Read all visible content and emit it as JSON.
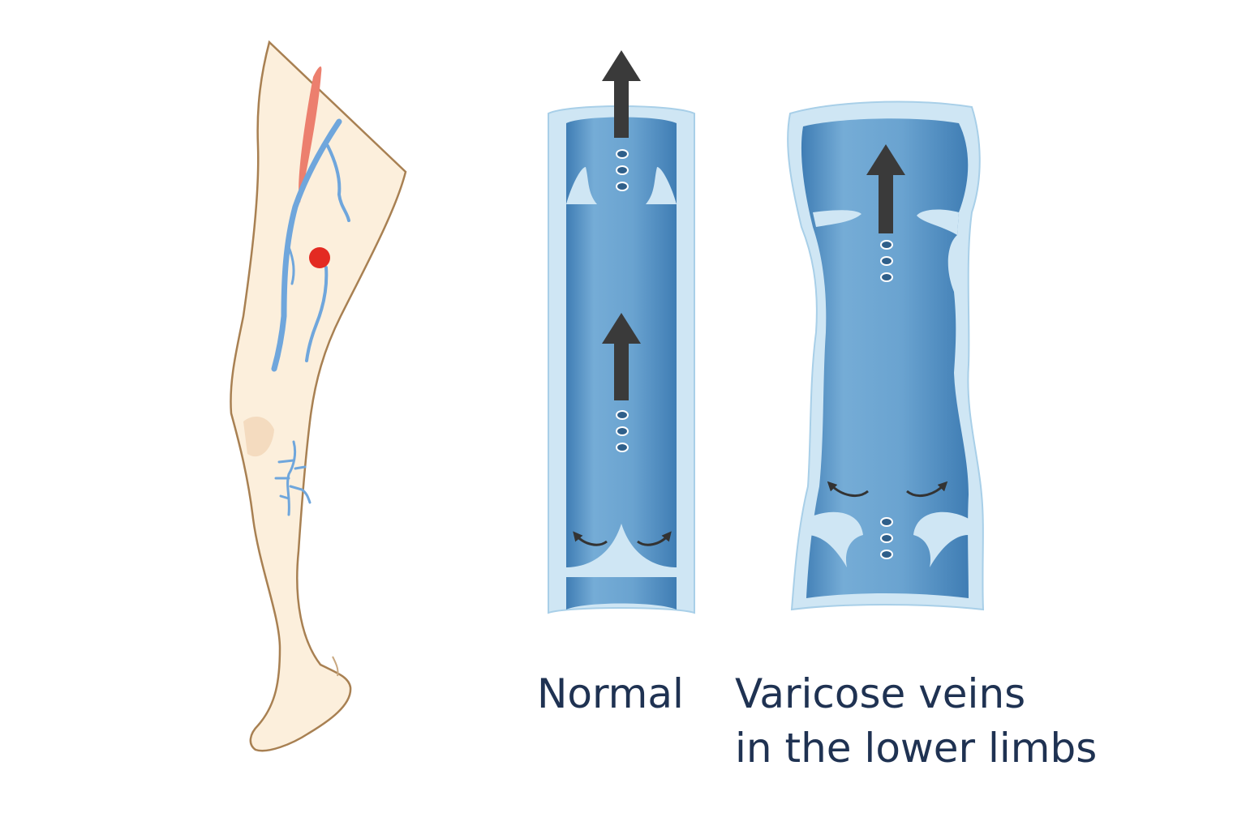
{
  "labels": {
    "normal": "Normal",
    "varicose_line1": "Varicose veins",
    "varicose_line2": "in the lower limbs"
  },
  "colors": {
    "skin": "#fcefdc",
    "skin_outline": "#a88052",
    "vein_blue": "#6fa6dc",
    "artery_red": "#ec7f6e",
    "lesion_red": "#e32a22",
    "vein_wall": "#cfe6f4",
    "vein_lumen": "#5f98c6",
    "arrow": "#3a3a3a",
    "text": "#1f3252"
  },
  "icons": [
    "flow-arrow-up",
    "valve-backflow-arrow"
  ]
}
